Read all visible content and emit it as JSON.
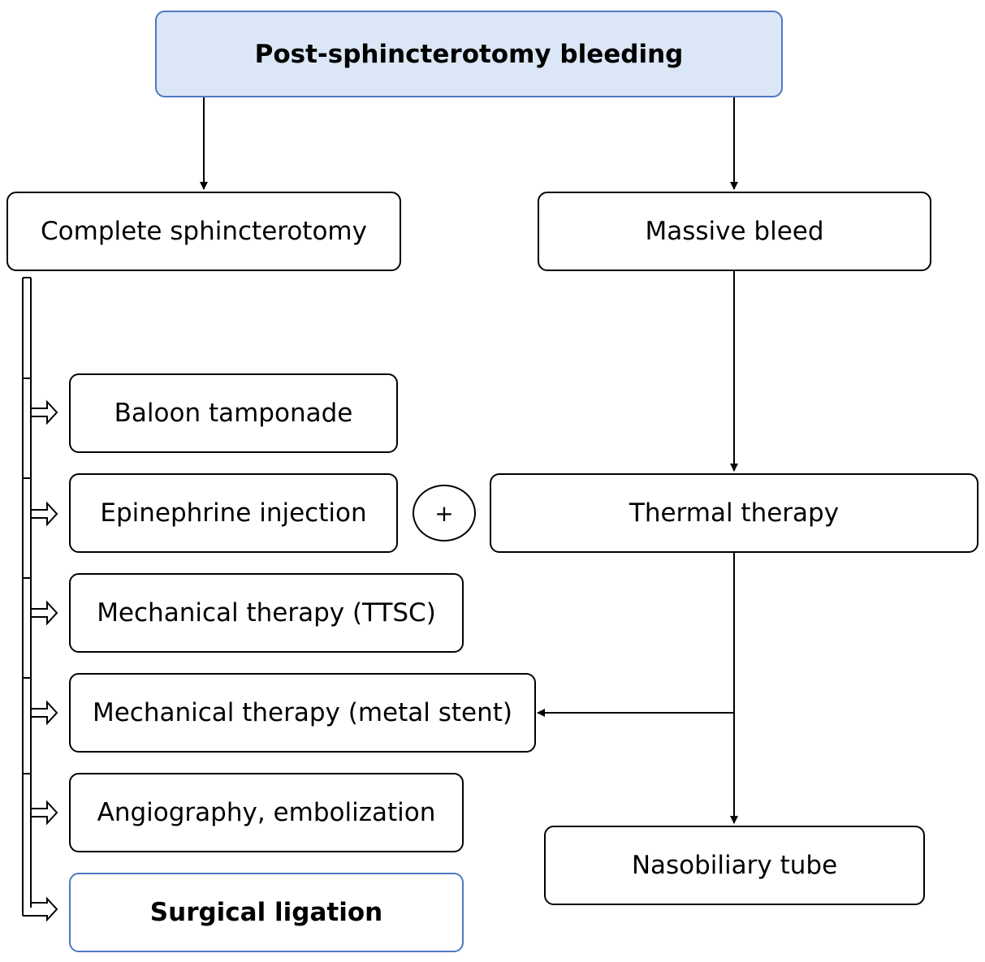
{
  "title": "Post-sphincterotomy bleeding",
  "branches": {
    "left": "Complete sphincterotomy",
    "right": "Massive bleed"
  },
  "left_steps": [
    "Baloon tamponade",
    "Epinephrine injection",
    "Mechanical therapy (TTSC)",
    "Mechanical therapy (metal stent)",
    "Angiography, embolization",
    "Surgical ligation"
  ],
  "combine_symbol": "+",
  "right_steps": {
    "thermal": "Thermal therapy",
    "tube": "Nasobiliary tube"
  },
  "colors": {
    "title_fill": "#dbe6f6",
    "accent_border": "#4f77c2",
    "line": "#000000"
  }
}
